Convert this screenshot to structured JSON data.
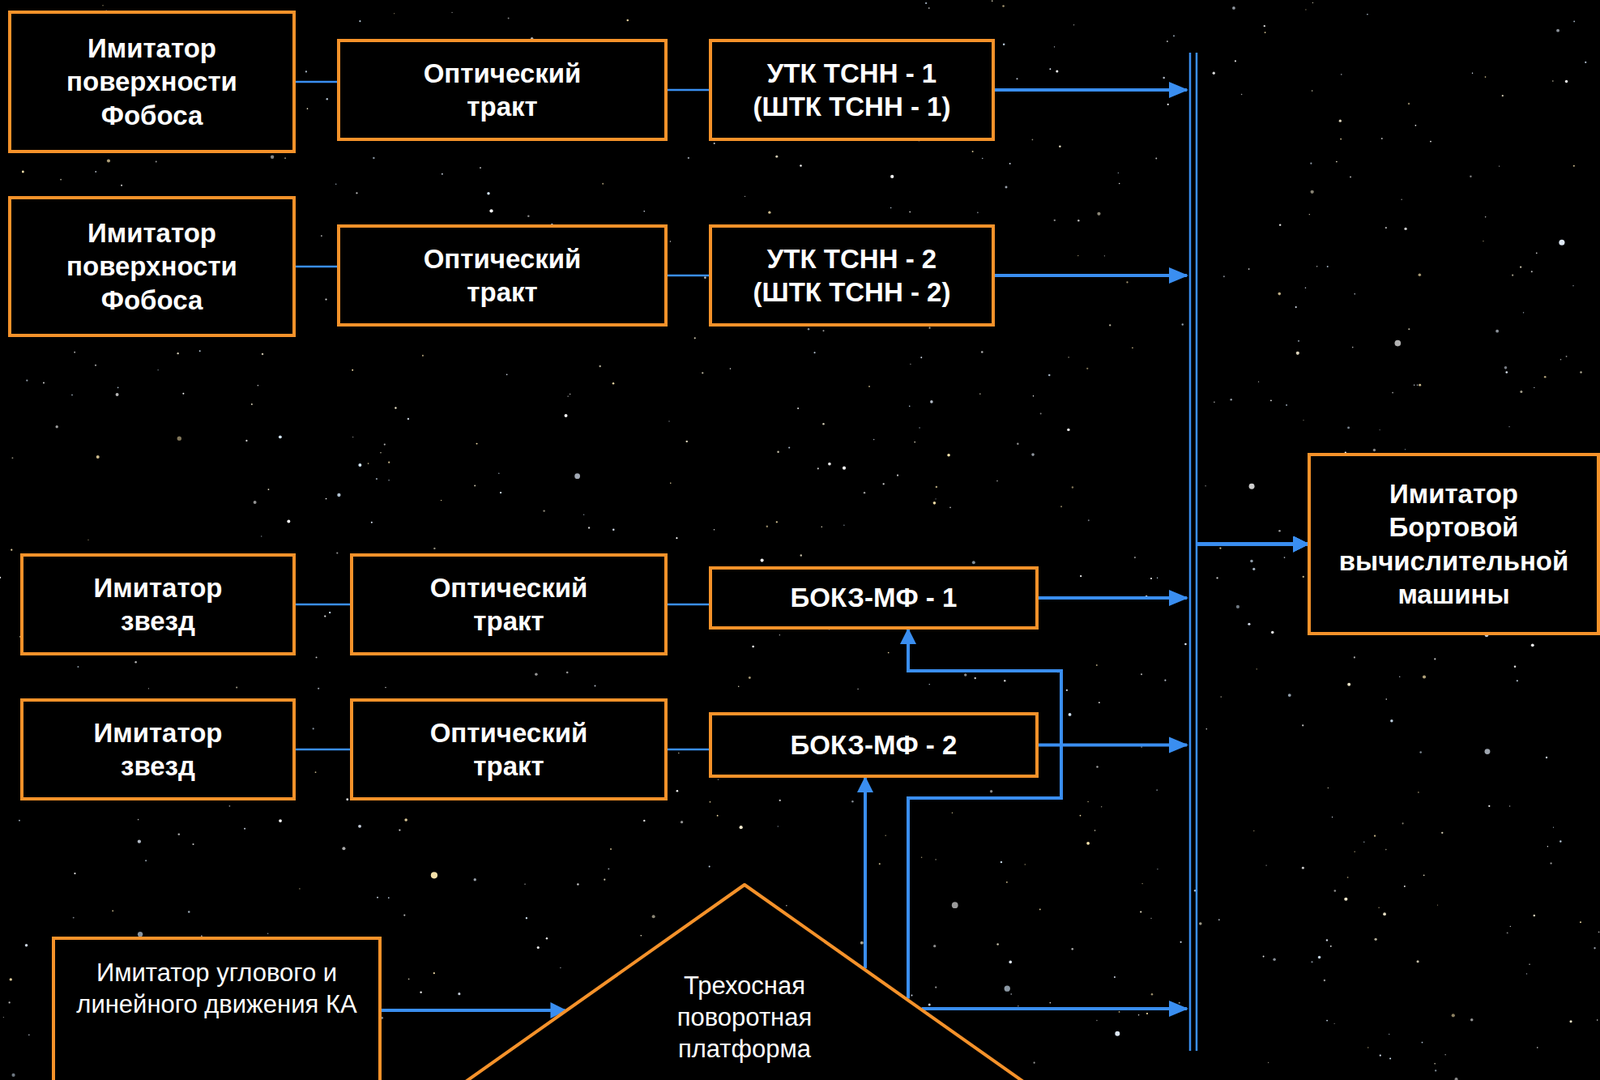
{
  "diagram": {
    "nodes": [
      {
        "text": [
          "Имитатор поверхности Фобоса"
        ]
      },
      {
        "text": [
          "Оптический тракт"
        ]
      },
      {
        "text": [
          "УТК ТСНН - 1",
          "(ШТК ТСНН - 1)"
        ]
      },
      {
        "text": [
          "Имитатор поверхности Фобоса"
        ]
      },
      {
        "text": [
          "Оптический тракт"
        ]
      },
      {
        "text": [
          "УТК ТСНН - 2",
          "(ШТК ТСНН - 2)"
        ]
      },
      {
        "text": [
          "Имитатор Бортовой вычислительной машины"
        ]
      },
      {
        "text": [
          "Имитатор звезд"
        ]
      },
      {
        "text": [
          "Оптический тракт"
        ]
      },
      {
        "text": [
          "БОКЗ-МФ - 1"
        ]
      },
      {
        "text": [
          "Имитатор звезд"
        ]
      },
      {
        "text": [
          "Оптический тракт"
        ]
      },
      {
        "text": [
          "БОКЗ-МФ - 2"
        ]
      },
      {
        "text": [
          "Имитатор углового и линейного движения КА"
        ]
      },
      {
        "text": [
          "Трехосная поворотная платформа"
        ]
      }
    ],
    "edges": [
      {
        "from": 0,
        "to": 1,
        "arrow": "none"
      },
      {
        "from": 1,
        "to": 2,
        "arrow": "none"
      },
      {
        "from": 3,
        "to": 4,
        "arrow": "none"
      },
      {
        "from": 4,
        "to": 5,
        "arrow": "none"
      },
      {
        "from": 7,
        "to": 8,
        "arrow": "none"
      },
      {
        "from": 8,
        "to": 9,
        "arrow": "none"
      },
      {
        "from": 10,
        "to": 11,
        "arrow": "none"
      },
      {
        "from": 11,
        "to": 12,
        "arrow": "none"
      },
      {
        "from": 2,
        "to": 6,
        "arrow": "to"
      },
      {
        "from": 5,
        "to": 6,
        "arrow": "to"
      },
      {
        "from": 9,
        "to": 6,
        "arrow": "to"
      },
      {
        "from": 12,
        "to": 6,
        "arrow": "to"
      },
      {
        "from": 14,
        "to": 6,
        "arrow": "to"
      },
      {
        "from": 14,
        "to": 9,
        "arrow": "to"
      },
      {
        "from": 14,
        "to": 12,
        "arrow": "to"
      },
      {
        "from": 13,
        "to": 14,
        "arrow": "to"
      }
    ]
  }
}
